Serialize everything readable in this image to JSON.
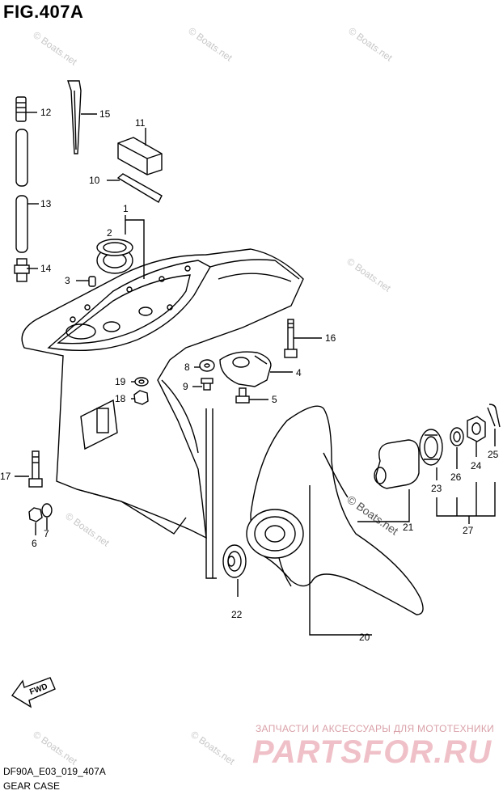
{
  "figure": {
    "title": "FIG.407A",
    "code": "DF90A_E03_019_407A",
    "name": "GEAR CASE"
  },
  "callouts": {
    "c1": "1",
    "c2": "2",
    "c3": "3",
    "c4": "4",
    "c5": "5",
    "c6": "6",
    "c7": "7",
    "c8": "8",
    "c9": "9",
    "c10": "10",
    "c11": "11",
    "c12": "12",
    "c13": "13",
    "c14": "14",
    "c15": "15",
    "c16": "16",
    "c17": "17",
    "c18": "18",
    "c19": "19",
    "c20": "20",
    "c21": "21",
    "c22": "22",
    "c23": "23",
    "c24": "24",
    "c25": "25",
    "c26": "26",
    "c27": "27"
  },
  "fwd_label": "FWD",
  "watermarks": {
    "boats": "© Boats.net",
    "shop_tagline": "ЗАПЧАСТИ И АКСЕССУАРЫ ДЛЯ МОТОТЕХНИКИ",
    "shop_brand": "PARTSFOR.RU"
  },
  "colors": {
    "line": "#000000",
    "watermark_gray": "#c8c8c8",
    "watermark_pink": "#efc0c7"
  }
}
